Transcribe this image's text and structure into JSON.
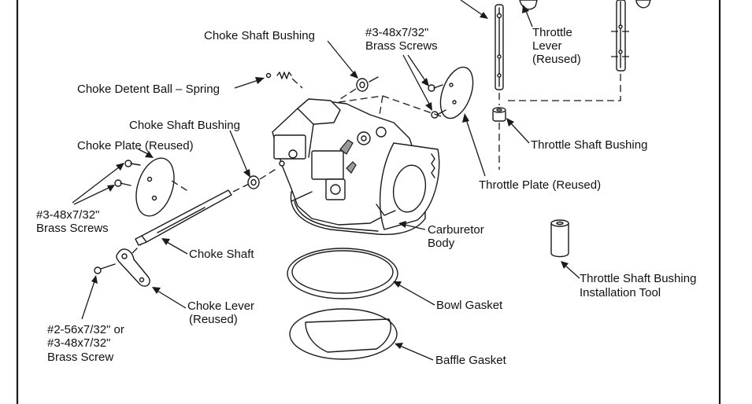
{
  "labels": {
    "choke_shaft_bushing_top": "Choke Shaft Bushing",
    "brass_screws_top_line1": "#3-48x7/32\"",
    "brass_screws_top_line2": "Brass Screws",
    "throttle_lever_line1": "Throttle",
    "throttle_lever_line2": "Lever",
    "throttle_lever_line3": "(Reused)",
    "choke_detent": "Choke Detent Ball – Spring",
    "choke_shaft_bushing_mid": "Choke Shaft Bushing",
    "choke_plate": "Choke Plate (Reused)",
    "throttle_shaft_bushing": "Throttle Shaft Bushing",
    "throttle_plate": "Throttle Plate (Reused)",
    "brass_screws_left_line1": "#3-48x7/32\"",
    "brass_screws_left_line2": "Brass Screws",
    "carburetor_body_line1": "Carburetor",
    "carburetor_body_line2": "Body",
    "choke_shaft": "Choke Shaft",
    "install_tool_line1": "Throttle Shaft Bushing",
    "install_tool_line2": "Installation Tool",
    "choke_lever_line1": "Choke Lever",
    "choke_lever_line2": "(Reused)",
    "bowl_gasket": "Bowl Gasket",
    "brass_screw_bottom_line1": "#2-56x7/32\" or",
    "brass_screw_bottom_line2": "#3-48x7/32\"",
    "brass_screw_bottom_line3": "Brass Screw",
    "baffle_gasket": "Baffle Gasket"
  }
}
